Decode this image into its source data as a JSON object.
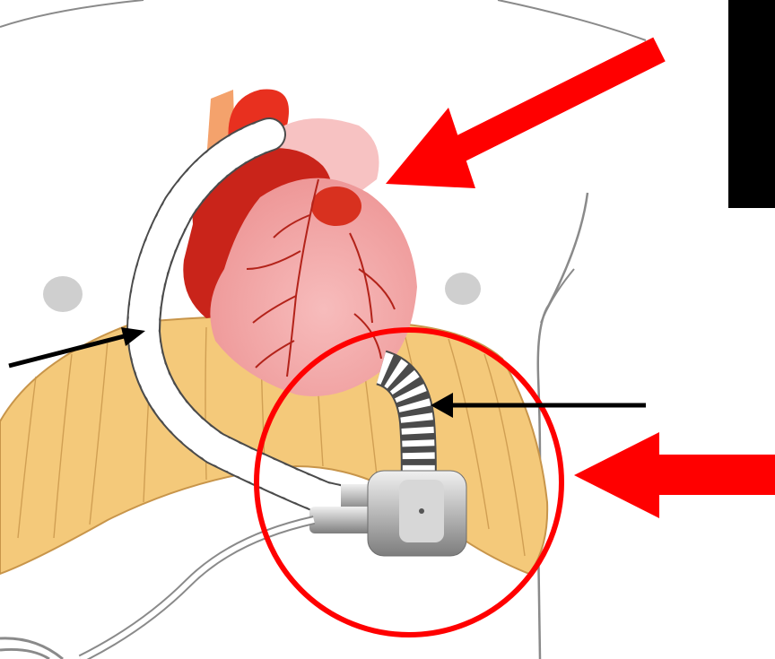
{
  "colors": {
    "background": "#ffffff",
    "outline": "#8a8a8a",
    "heart_dark": "#c9241a",
    "heart_light": "#f2a7a6",
    "heart_vessels": "#b3231a",
    "aorta": "#f7c2c2",
    "diaphragm": "#f4c97a",
    "diaphragm_line": "#c8954a",
    "tube_white": "#ffffff",
    "tube_ridge": "#4b4b4b",
    "pump_metal": "#b8b8b8",
    "pointer_red": "#ff0000",
    "pointer_black": "#000000",
    "label_box": "#000000"
  },
  "icons": {
    "heart": "heart-illustration",
    "pump": "lvad-pump-icon",
    "cannula": "outflow-graft-icon"
  },
  "annotations": {
    "red_arrows": 2,
    "black_arrows": 2,
    "highlight_circles": 1
  }
}
